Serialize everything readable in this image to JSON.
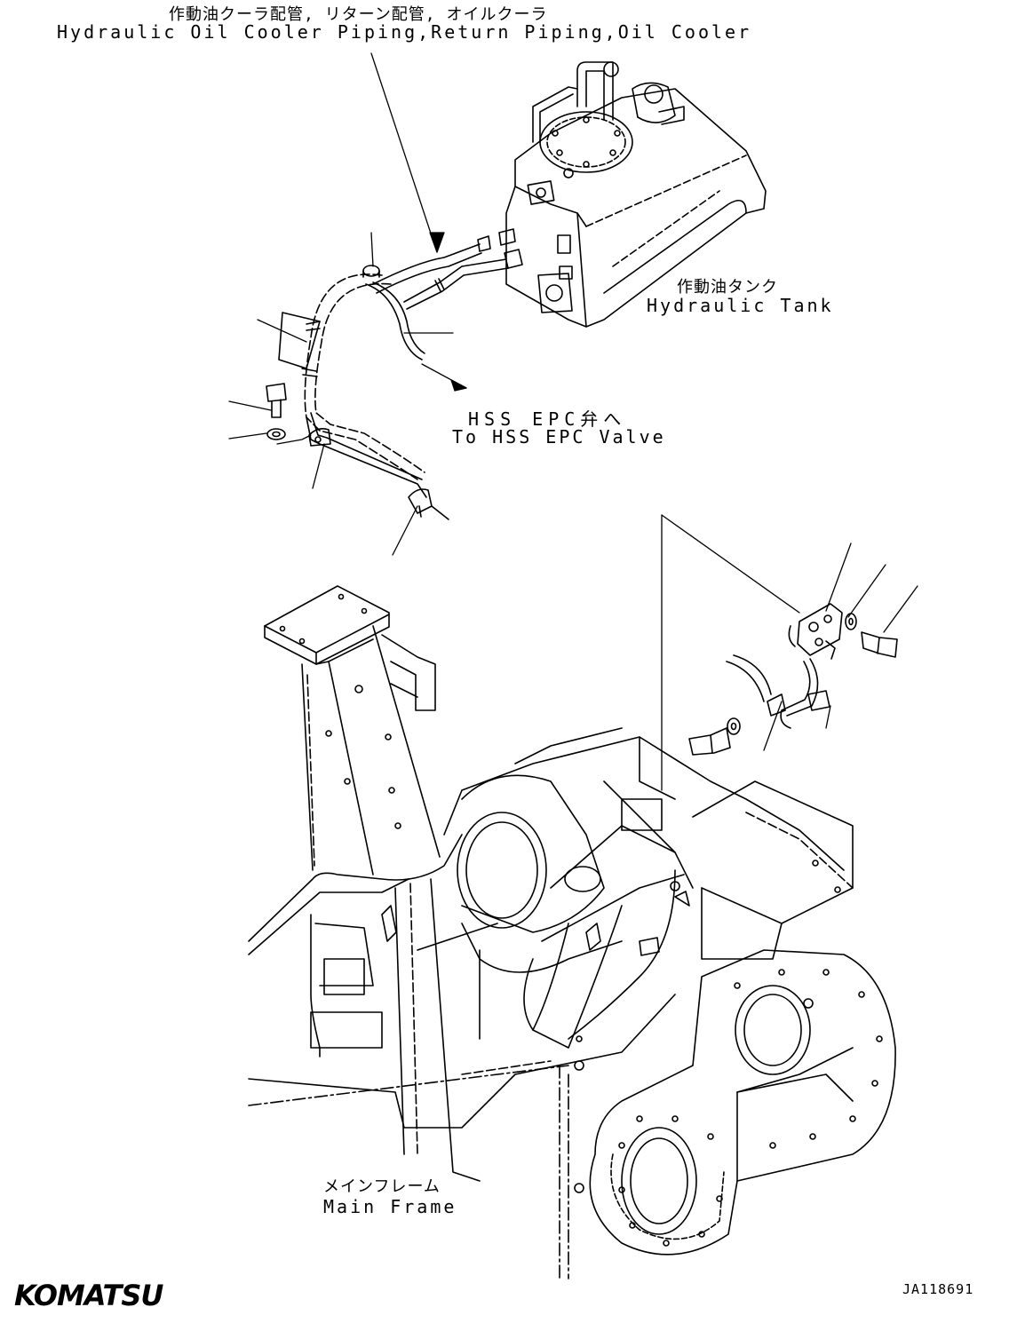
{
  "labels": {
    "cooler_jp": "作動油クーラ配管, リターン配管, オイルクーラ",
    "cooler_en": "Hydraulic Oil Cooler Piping,Return Piping,Oil Cooler",
    "tank_jp": "作動油タンク",
    "tank_en": "Hydraulic Tank",
    "hss_jp": "HSS EPC弁へ",
    "hss_en": "To HSS EPC Valve",
    "frame_jp": "メインフレーム",
    "frame_en": "Main Frame"
  },
  "logo": "KOMATSU",
  "doc_id": "JA118691"
}
